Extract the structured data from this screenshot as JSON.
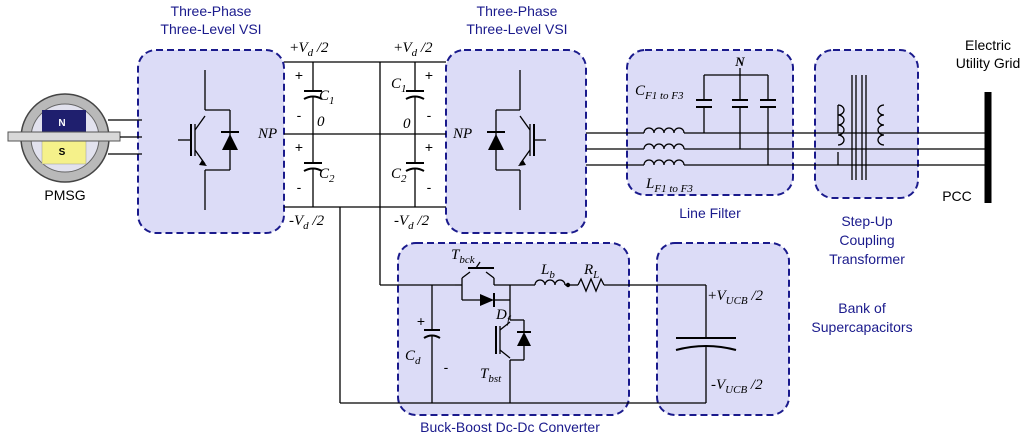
{
  "labels": {
    "pmsg": "PMSG",
    "vsi_left": [
      "Three-Phase",
      "Three-Level VSI"
    ],
    "vsi_right": [
      "Three-Phase",
      "Three-Level VSI"
    ],
    "grid": [
      "Electric",
      "Utility Grid"
    ],
    "pcc": "PCC",
    "line_filter": "Line Filter",
    "transformer": [
      "Step-Up",
      "Coupling",
      "Transformer"
    ],
    "converter": "Buck-Boost Dc-Dc  Converter",
    "supercap": [
      "Bank of",
      "Supercapacitors"
    ],
    "np": "NP",
    "zero": "0",
    "plus": "+",
    "minus": "-",
    "neutral": "N",
    "magnet_n": "N",
    "magnet_s": "S"
  },
  "symbols": {
    "vdp_l": {
      "pre": "+",
      "v": "V",
      "sub": "d",
      "post": " /2"
    },
    "vdn_l": {
      "pre": "-",
      "v": "V",
      "sub": "d",
      "post": " /2"
    },
    "vdp_r": {
      "pre": "+",
      "v": "V",
      "sub": "d",
      "post": " /2"
    },
    "vdn_r": {
      "pre": "-",
      "v": "V",
      "sub": "d",
      "post": " /2"
    },
    "c1_l": {
      "v": "C",
      "sub": "1"
    },
    "c2_l": {
      "v": "C",
      "sub": "2"
    },
    "c1_r": {
      "v": "C",
      "sub": "1"
    },
    "c2_r": {
      "v": "C",
      "sub": "2"
    },
    "cf": {
      "v": "C",
      "sub": "F1 to F3"
    },
    "lf": {
      "v": "L",
      "sub": "F1 to F3"
    },
    "tbck": {
      "v": "T",
      "sub": "bck"
    },
    "tbst": {
      "v": "T",
      "sub": "bst"
    },
    "df": {
      "v": "D",
      "sub": "f"
    },
    "lb": {
      "v": "L",
      "sub": "b"
    },
    "rl": {
      "v": "R",
      "sub": "L"
    },
    "cd": {
      "v": "C",
      "sub": "d"
    },
    "vucbp": {
      "pre": "+",
      "v": "V",
      "sub": "UCB",
      "post": " /2"
    },
    "vucbn": {
      "pre": "-",
      "v": "V",
      "sub": "UCB",
      "post": " /2"
    }
  }
}
